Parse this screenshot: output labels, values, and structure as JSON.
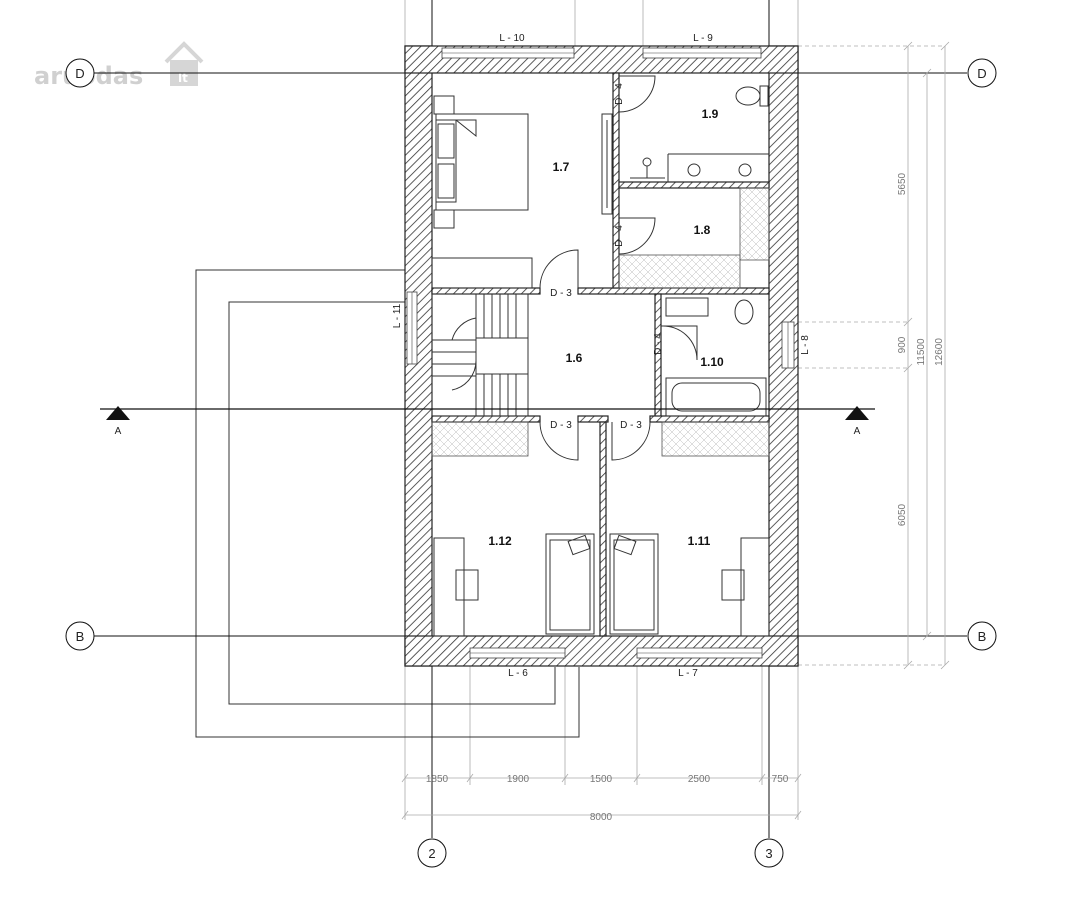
{
  "watermark": "aruodas",
  "watermark_tld": "lt",
  "rooms": {
    "r17": "1.7",
    "r18": "1.8",
    "r19": "1.9",
    "r16": "1.6",
    "r110": "1.10",
    "r111": "1.11",
    "r112": "1.12"
  },
  "windows": {
    "l10": "L - 10",
    "l9": "L - 9",
    "l11": "L - 11",
    "l8": "L - 8",
    "l6": "L - 6",
    "l7": "L - 7"
  },
  "doors": {
    "d4a": "D - 4",
    "d4b": "D - 4",
    "d4c": "D - 4",
    "d3a": "D - 3",
    "d3b": "D - 3",
    "d3c": "D - 3"
  },
  "axes": {
    "d_left": "D",
    "d_right": "D",
    "b_left": "B",
    "b_right": "B",
    "n2": "2",
    "n3": "3"
  },
  "section": {
    "left": "A",
    "right": "A"
  },
  "dimensions": {
    "bottom": [
      "1850",
      "1900",
      "1500",
      "2500",
      "750"
    ],
    "total_width": "8000",
    "right_inner": [
      "5650",
      "900",
      "6050"
    ],
    "right_11500": "11500",
    "right_12600": "12600"
  }
}
